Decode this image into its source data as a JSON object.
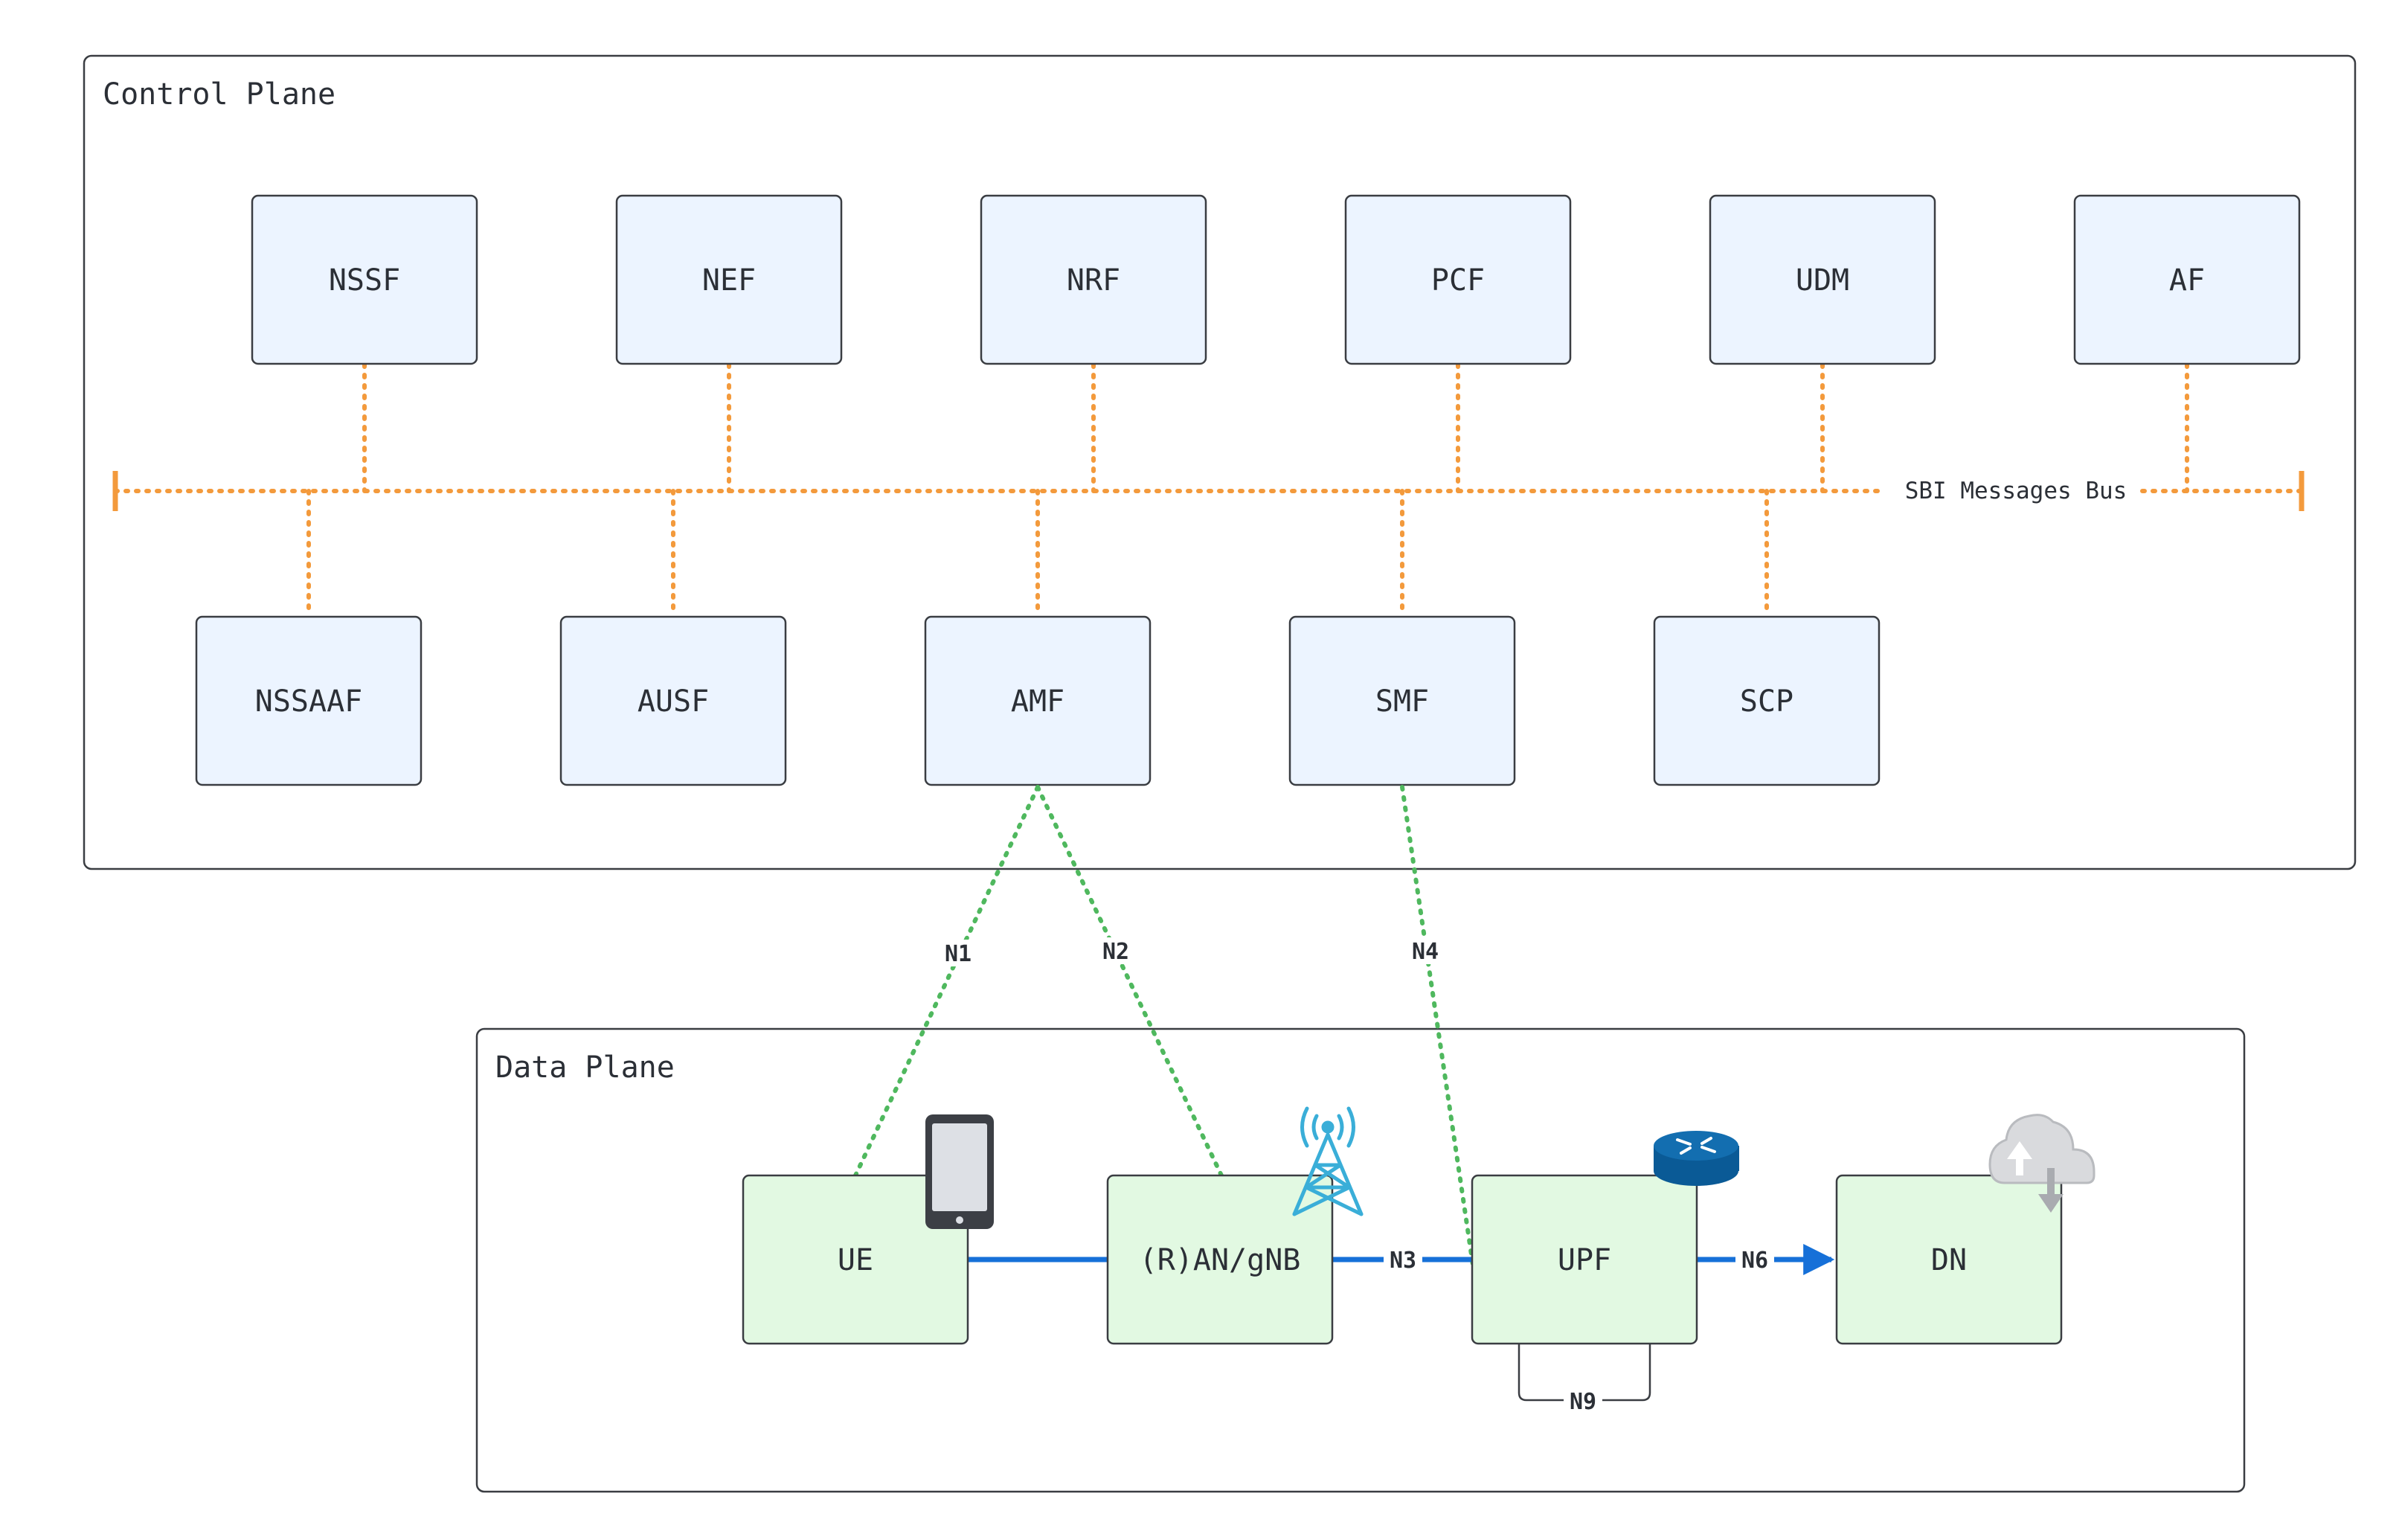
{
  "groups": {
    "control_plane": "Control Plane",
    "data_plane": "Data Plane"
  },
  "bus": {
    "label": "SBI Messages Bus",
    "color": "#f39a3c"
  },
  "control_nodes_top": [
    "NSSF",
    "NEF",
    "NRF",
    "PCF",
    "UDM",
    "AF"
  ],
  "control_nodes_bottom": [
    "NSSAAF",
    "AUSF",
    "AMF",
    "SMF",
    "SCP"
  ],
  "data_nodes": [
    "UE",
    "(R)AN/gNB",
    "UPF",
    "DN"
  ],
  "interfaces": {
    "n1": "N1",
    "n2": "N2",
    "n3": "N3",
    "n4": "N4",
    "n6": "N6",
    "n9": "N9"
  },
  "icons": {
    "ue": "mobile-phone-icon",
    "gnb": "cell-tower-icon",
    "upf": "router-icon",
    "dn": "cloud-icon"
  },
  "colors": {
    "control_fill": "#ecf4ff",
    "data_fill": "#e2f9e2",
    "signaling": "#4fb85e",
    "user_plane": "#1670d8",
    "border": "#3a3d42"
  }
}
